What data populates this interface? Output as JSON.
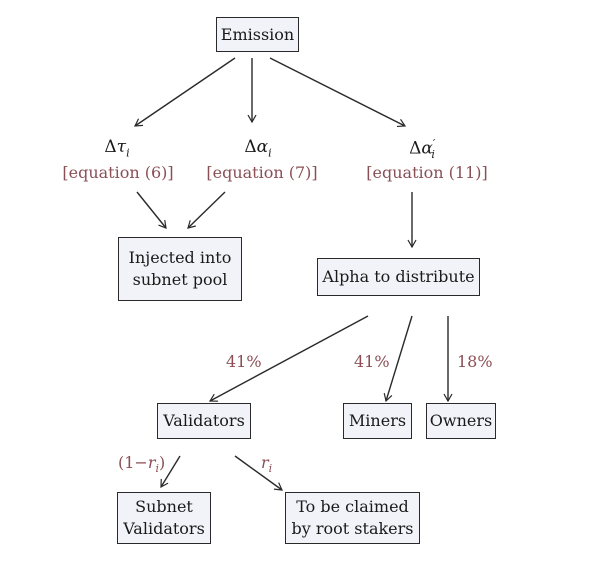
{
  "nodes": {
    "emission": "Emission",
    "injected": [
      "Injected into",
      "subnet pool"
    ],
    "alpha": "Alpha to distribute",
    "validators": "Validators",
    "miners": "Miners",
    "owners": "Owners",
    "subnet_validators": [
      "Subnet",
      "Validators"
    ],
    "root_stakers": [
      "To be claimed",
      "by root stakers"
    ]
  },
  "symbols": {
    "delta_tau": {
      "delta": "Δ",
      "var": "τ",
      "sub": "i"
    },
    "delta_alpha": {
      "delta": "Δ",
      "var": "α",
      "sub": "i"
    },
    "delta_alpha_prime": {
      "delta": "Δ",
      "var": "α",
      "prime": "′",
      "sub": "i"
    }
  },
  "equations": {
    "eq6": "[equation (6)]",
    "eq7": "[equation (7)]",
    "eq11": "[equation (11)]"
  },
  "edge_labels": {
    "validators_share": "41%",
    "miners_share": "41%",
    "owners_share": "18%",
    "subnet_validators_share": {
      "open": "(1−",
      "var": "r",
      "sub": "i",
      "close": ")"
    },
    "root_share": {
      "var": "r",
      "sub": "i"
    }
  },
  "colors": {
    "label": "#8a4f55",
    "box_fill": "#f2f3f8",
    "line": "#2a2a2a"
  }
}
